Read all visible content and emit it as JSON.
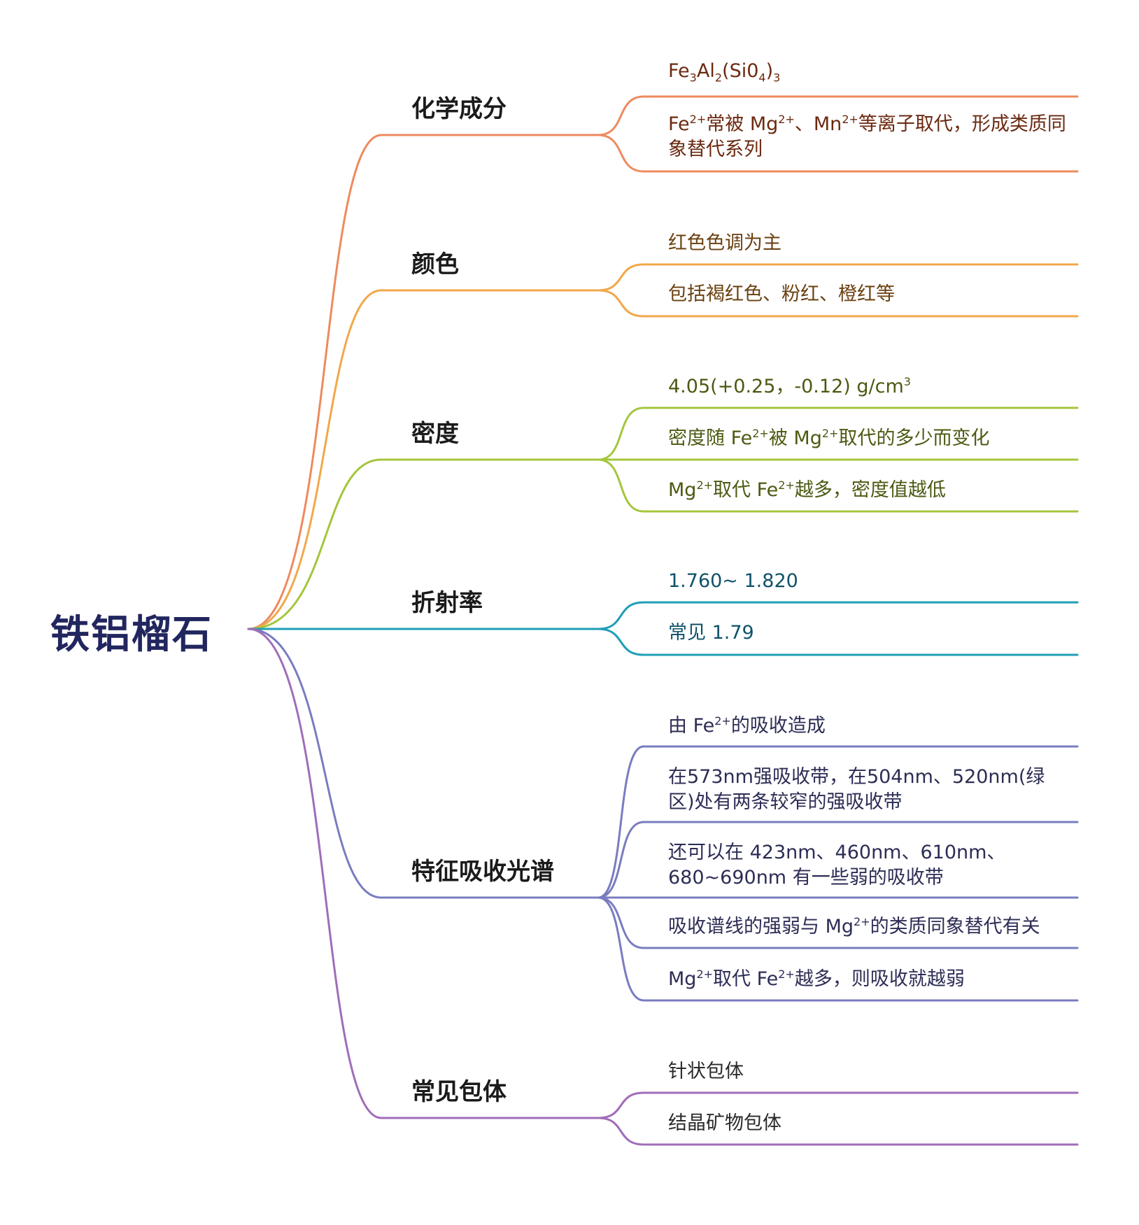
{
  "root": {
    "label": "铁铝榴石",
    "color": "#22265f"
  },
  "branches": [
    {
      "id": "chemistry",
      "label": "化学成分",
      "color": "#ee8a5e",
      "text_color": "#6b2a10",
      "items": [
        {
          "segments": [
            {
              "t": "Fe"
            },
            {
              "t": "3",
              "sub": true
            },
            {
              "t": "Al"
            },
            {
              "t": "2",
              "sub": true
            },
            {
              "t": "(Si0"
            },
            {
              "t": "4",
              "sub": true
            },
            {
              "t": ")"
            },
            {
              "t": "3",
              "sub": true
            }
          ]
        },
        {
          "segments": [
            {
              "t": "Fe"
            },
            {
              "t": "2+",
              "sup": true
            },
            {
              "t": "常被 Mg"
            },
            {
              "t": "2+",
              "sup": true
            },
            {
              "t": "、Mn"
            },
            {
              "t": "2+",
              "sup": true
            },
            {
              "t": "等离子取代，形成类质同象替代系列"
            }
          ]
        }
      ]
    },
    {
      "id": "color",
      "label": "颜色",
      "color": "#f2a84a",
      "text_color": "#6a4010",
      "items": [
        {
          "segments": [
            {
              "t": "红色色调为主"
            }
          ]
        },
        {
          "segments": [
            {
              "t": "包括褐红色、粉红、橙红等"
            }
          ]
        }
      ]
    },
    {
      "id": "density",
      "label": "密度",
      "color": "#a4c63c",
      "text_color": "#4b5a12",
      "items": [
        {
          "segments": [
            {
              "t": "4.05(+0.25，-0.12) g/cm"
            },
            {
              "t": "3",
              "sup": true
            }
          ]
        },
        {
          "segments": [
            {
              "t": "密度随 Fe"
            },
            {
              "t": "2+",
              "sup": true
            },
            {
              "t": "被 Mg"
            },
            {
              "t": "2+",
              "sup": true
            },
            {
              "t": "取代的多少而变化"
            }
          ]
        },
        {
          "segments": [
            {
              "t": "Mg"
            },
            {
              "t": "2+",
              "sup": true
            },
            {
              "t": "取代 Fe"
            },
            {
              "t": "2+",
              "sup": true
            },
            {
              "t": "越多，密度值越低"
            }
          ]
        }
      ]
    },
    {
      "id": "refractive-index",
      "label": "折射率",
      "color": "#1f9fb6",
      "text_color": "#0f5269",
      "items": [
        {
          "segments": [
            {
              "t": "1.760~ 1.820"
            }
          ]
        },
        {
          "segments": [
            {
              "t": "常见 1.79"
            }
          ]
        }
      ]
    },
    {
      "id": "absorption-spectrum",
      "label": "特征吸收光谱",
      "color": "#7a7cc0",
      "text_color": "#2c2d55",
      "items": [
        {
          "segments": [
            {
              "t": "由 Fe"
            },
            {
              "t": "2+",
              "sup": true
            },
            {
              "t": "的吸收造成"
            }
          ]
        },
        {
          "segments": [
            {
              "t": "在573nm强吸收带，在504nm、520nm(绿区)处有两条较窄的强吸收带"
            }
          ]
        },
        {
          "segments": [
            {
              "t": "还可以在 423nm、460nm、610nm、680~690nm 有一些弱的吸收带"
            }
          ]
        },
        {
          "segments": [
            {
              "t": "吸收谱线的强弱与 Mg"
            },
            {
              "t": "2+",
              "sup": true
            },
            {
              "t": "的类质同象替代有关"
            }
          ]
        },
        {
          "segments": [
            {
              "t": "Mg"
            },
            {
              "t": "2+",
              "sup": true
            },
            {
              "t": "取代 Fe"
            },
            {
              "t": "2+",
              "sup": true
            },
            {
              "t": "越多，则吸收就越弱"
            }
          ]
        }
      ]
    },
    {
      "id": "inclusions",
      "label": "常见包体",
      "color": "#a06db8",
      "text_color": "#2a2a2a",
      "items": [
        {
          "segments": [
            {
              "t": "针状包体"
            }
          ]
        },
        {
          "segments": [
            {
              "t": "结晶矿物包体"
            }
          ]
        }
      ]
    }
  ]
}
